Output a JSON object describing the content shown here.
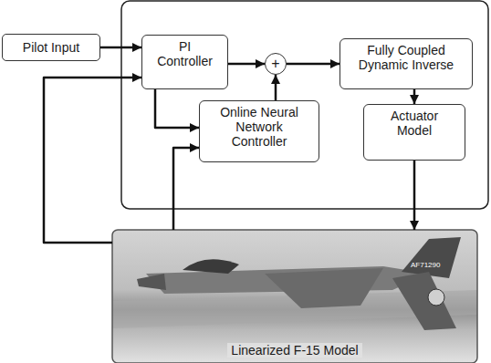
{
  "diagram": {
    "nodes": [
      {
        "text": [
          "Pilot Input"
        ]
      },
      {
        "text": [
          "PI Controller"
        ]
      },
      {
        "text": [
          "+"
        ]
      },
      {
        "text": [
          "Fully Coupled Dynamic Inverse"
        ]
      },
      {
        "text": [
          "Online Neural Network Controller"
        ]
      },
      {
        "text": [
          "Actuator Model"
        ]
      },
      {
        "text": [
          "Linearized F-15 Model"
        ]
      }
    ],
    "edges": [
      {
        "from": 0,
        "to": 1,
        "arrow": "to"
      },
      {
        "from": 1,
        "to": 2,
        "arrow": "to"
      },
      {
        "from": 2,
        "to": 3,
        "arrow": "to"
      },
      {
        "from": 3,
        "to": 5,
        "arrow": "to"
      },
      {
        "from": 5,
        "to": 6,
        "arrow": "to"
      },
      {
        "from": 6,
        "to": 1,
        "arrow": "to"
      },
      {
        "from": 1,
        "to": 4,
        "arrow": "to"
      },
      {
        "from": 6,
        "to": 4,
        "arrow": "to"
      },
      {
        "from": 4,
        "to": 2,
        "arrow": "to"
      }
    ],
    "labels": [
      "AF71290"
    ]
  }
}
